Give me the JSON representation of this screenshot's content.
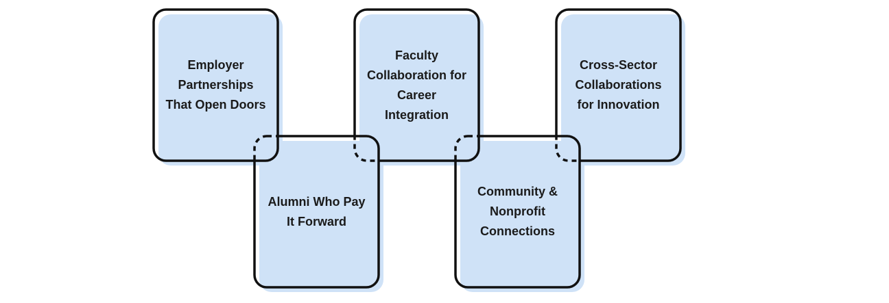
{
  "colors": {
    "fill": "#cfe2f7",
    "stroke": "#111111"
  },
  "boxes": [
    {
      "label": "Employer Partnerships That Open Doors"
    },
    {
      "label": "Alumni Who Pay It Forward"
    },
    {
      "label": "Faculty Collaboration for Career Integration"
    },
    {
      "label": "Community & Nonprofit Connections"
    },
    {
      "label": "Cross-Sector Collaborations for Innovation"
    }
  ]
}
